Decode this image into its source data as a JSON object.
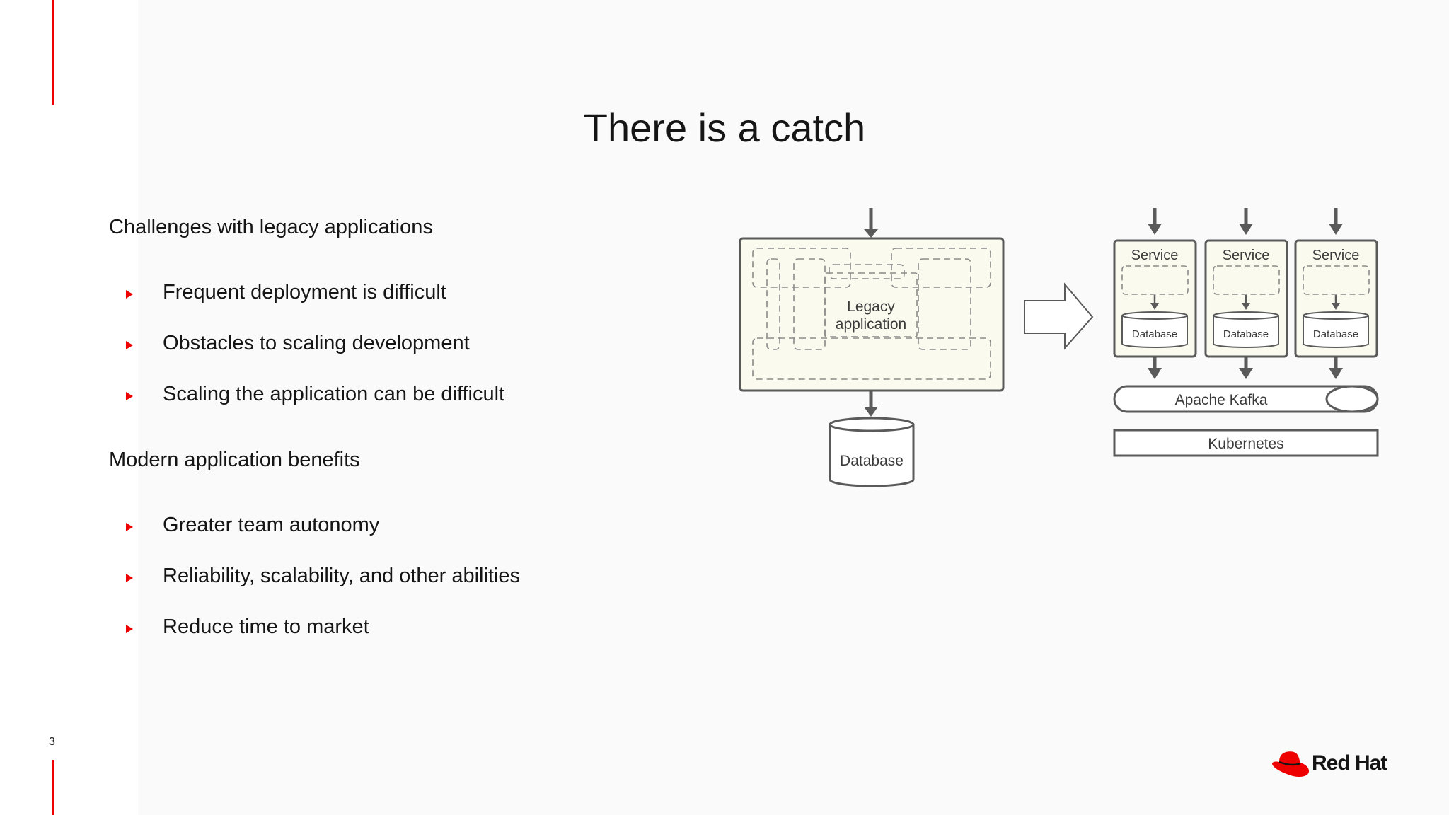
{
  "slide": {
    "title": "There is a catch",
    "page_number": "3",
    "colors": {
      "accent": "#ee0000",
      "text": "#151515",
      "legacy_fill": "#fbfaee",
      "diagram_stroke": "#5a5a5a"
    }
  },
  "challenges": {
    "heading": "Challenges with legacy applications",
    "items": [
      "Frequent deployment is difficult",
      "Obstacles to scaling development",
      "Scaling the application can be difficult"
    ]
  },
  "benefits": {
    "heading": "Modern application benefits",
    "items": [
      "Greater team autonomy",
      "Reliability, scalability,  and other abilities",
      "Reduce time to market"
    ]
  },
  "diagram": {
    "legacy": {
      "label_line1": "Legacy",
      "label_line2": "application",
      "database": "Database"
    },
    "services": [
      {
        "label": "Service",
        "database": "Database"
      },
      {
        "label": "Service",
        "database": "Database"
      },
      {
        "label": "Service",
        "database": "Database"
      }
    ],
    "bus": "Apache Kafka",
    "platform": "Kubernetes"
  },
  "logo": {
    "text": "Red Hat",
    "icon": "red-hat-fedora-icon"
  }
}
